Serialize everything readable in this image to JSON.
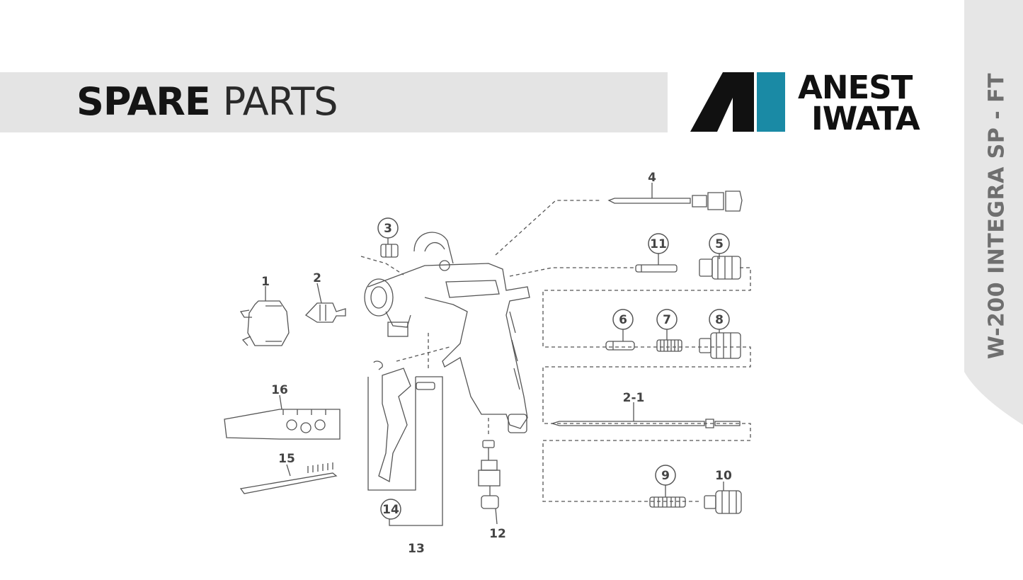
{
  "header": {
    "title_bold": "SPARE",
    "title_light": "PARTS"
  },
  "brand": {
    "line1": "ANEST",
    "line2": "IWATA",
    "accent_color": "#1a8aa5",
    "dark_color": "#111111",
    "logo_icon": "anest-iwata-logo"
  },
  "side_tab": {
    "label": "W-200 INTEGRA SP - FT",
    "color": "#e6e6e6"
  },
  "callouts": {
    "p1": "1",
    "p2": "2",
    "p2_1": "2-1",
    "p3": "3",
    "p4": "4",
    "p5": "5",
    "p6": "6",
    "p7": "7",
    "p8": "8",
    "p9": "9",
    "p10": "10",
    "p11": "11",
    "p12": "12",
    "p13": "13",
    "p14": "14",
    "p15": "15",
    "p16": "16"
  },
  "colors": {
    "line": "#555555",
    "band": "#e4e4e4"
  }
}
